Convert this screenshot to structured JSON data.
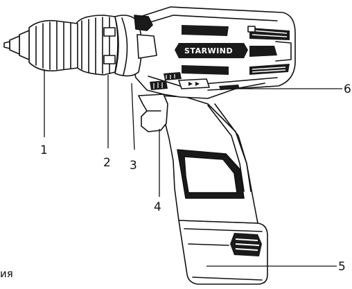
{
  "brand": "STARWIND",
  "callouts": [
    {
      "id": "1",
      "label": "1"
    },
    {
      "id": "2",
      "label": "2"
    },
    {
      "id": "3",
      "label": "3"
    },
    {
      "id": "4",
      "label": "4"
    },
    {
      "id": "5",
      "label": "5"
    },
    {
      "id": "6",
      "label": "6"
    }
  ],
  "caption_fragment": "ия"
}
